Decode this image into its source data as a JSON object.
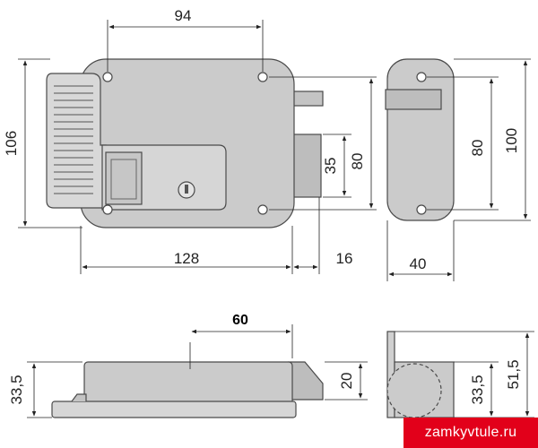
{
  "dimensions": {
    "front_width_holes": "94",
    "front_height_total": "106",
    "front_body_width": "128",
    "front_bolt_projection": "16",
    "front_bolt_height": "35",
    "front_holes_vertical": "80",
    "side_holes_vertical": "80",
    "side_height": "100",
    "side_depth": "40",
    "bottom_length": "60",
    "bottom_height": "33,5",
    "bottom_bolt_height": "20",
    "end_height_small": "33,5",
    "end_height_total": "51,5"
  },
  "watermark": "zamkyvtule.ru",
  "colors": {
    "body_fill": "#c8c8c8",
    "body_stroke": "#4a4a4a",
    "dim_line": "#222222",
    "watermark_bg": "#e2001a"
  }
}
